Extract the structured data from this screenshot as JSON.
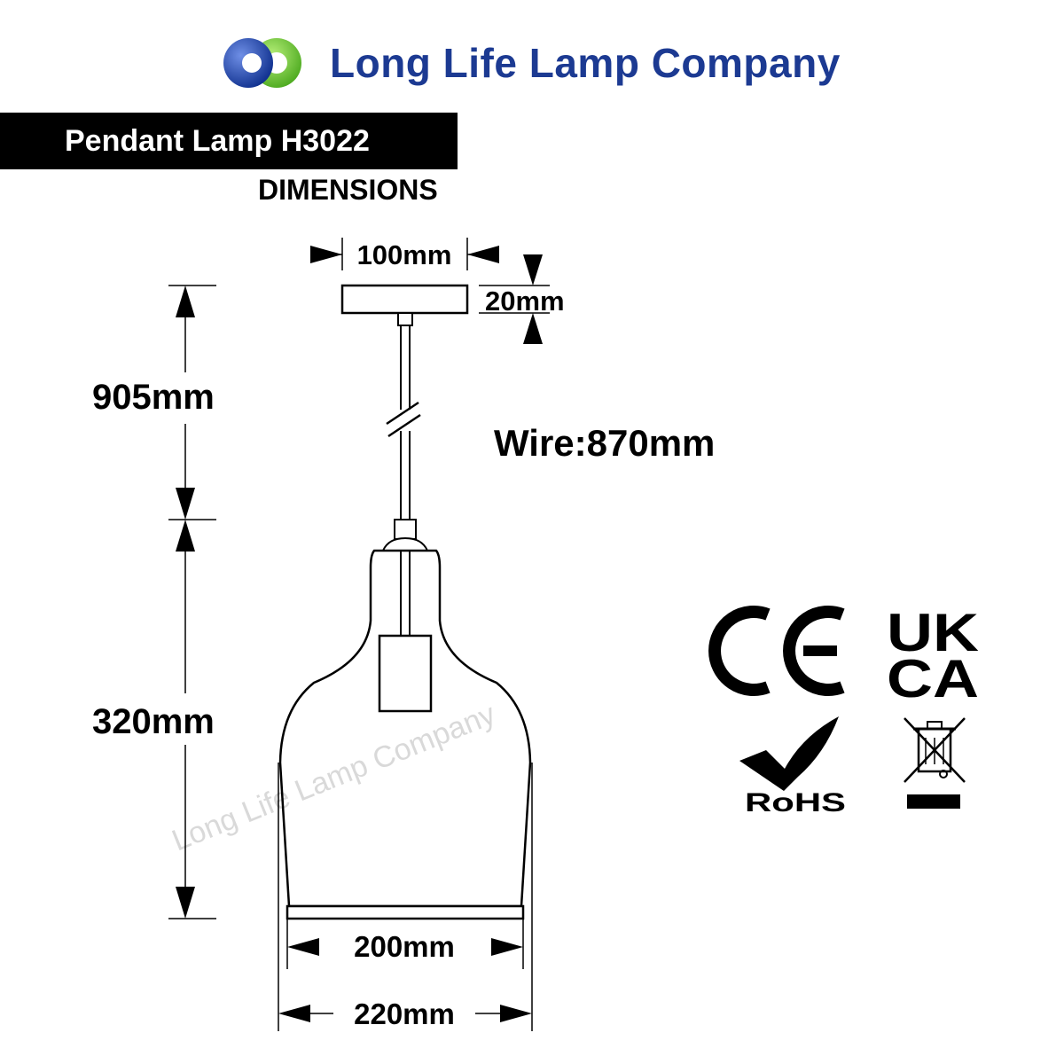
{
  "brand": {
    "name": "Long Life Lamp Company",
    "colors": {
      "blue": "#1c3a92",
      "green": "#6cc92e",
      "logo_blue": "#1b46b3"
    }
  },
  "product": {
    "title": "Pendant Lamp H3022",
    "subtitle": "DIMENSIONS"
  },
  "dimensions": {
    "canopy_width": "100mm",
    "canopy_height": "20mm",
    "drop_length": "905mm",
    "wire_length": "Wire:870mm",
    "shade_height": "320mm",
    "base_width": "200mm",
    "max_width": "220mm"
  },
  "watermark": "Long Life Lamp Company",
  "certifications": {
    "ukca_line1": "UK",
    "ukca_line2": "CA",
    "rohs": "RoHS",
    "icons": [
      "ce-mark-icon",
      "ukca-mark-icon",
      "rohs-check-icon",
      "weee-bin-icon"
    ]
  }
}
